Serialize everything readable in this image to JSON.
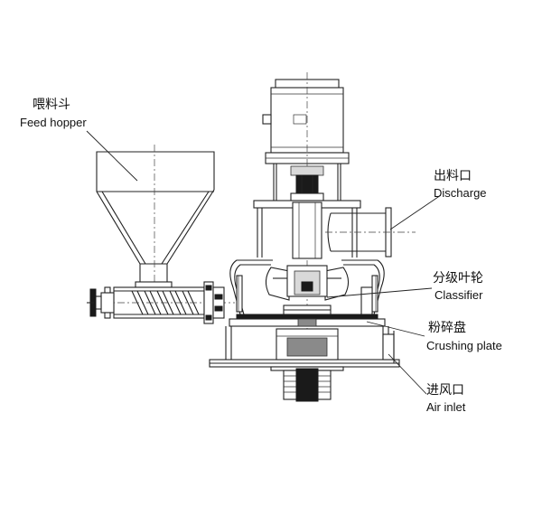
{
  "labels": {
    "feed_hopper": {
      "zh": "喂料斗",
      "en": "Feed hopper"
    },
    "discharge": {
      "zh": "出料口",
      "en": "Discharge"
    },
    "classifier": {
      "zh": "分级叶轮",
      "en": "Classifier"
    },
    "crushing_plate": {
      "zh": "粉碎盘",
      "en": "Crushing plate"
    },
    "air_inlet": {
      "zh": "进风口",
      "en": "Air inlet"
    }
  }
}
